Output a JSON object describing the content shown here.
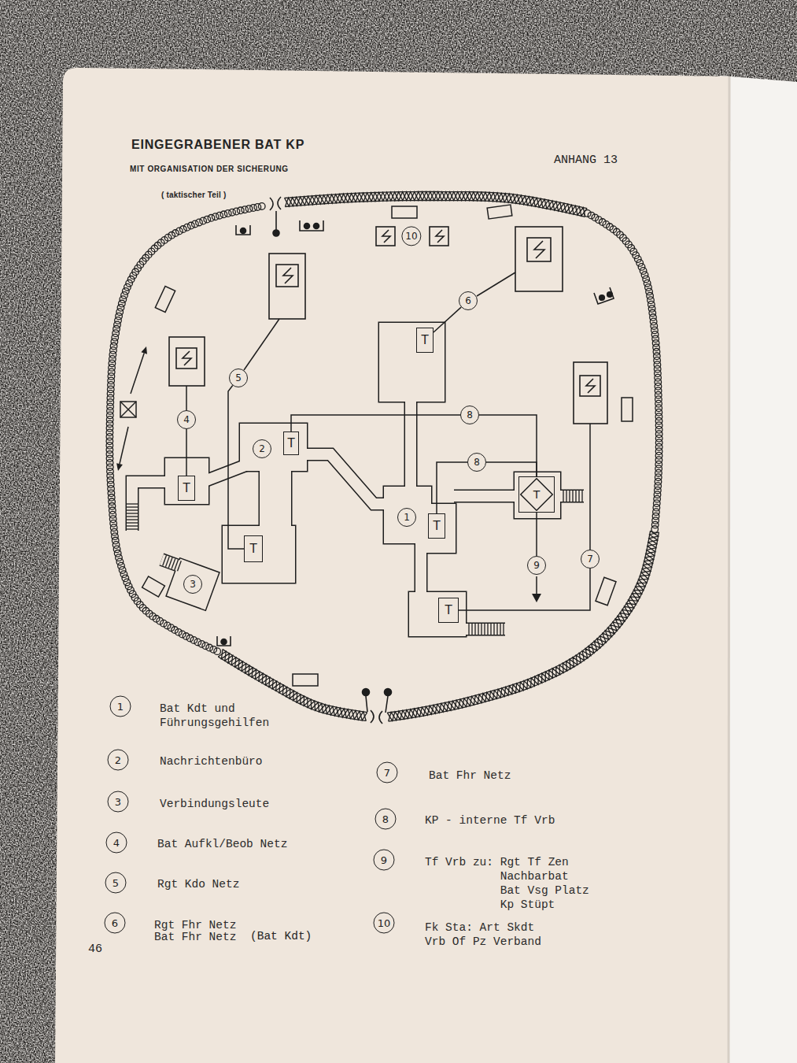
{
  "diagram": {
    "title": "EINGEGRABENER BAT KP",
    "nodes": [
      {
        "text": [
          "10"
        ]
      },
      {
        "text": [
          "6"
        ]
      },
      {
        "text": [
          "T"
        ]
      },
      {
        "text": [
          "5"
        ]
      },
      {
        "text": [
          "4"
        ]
      },
      {
        "text": [
          "8"
        ]
      },
      {
        "text": [
          "T"
        ]
      },
      {
        "text": [
          "2"
        ]
      },
      {
        "text": [
          "T"
        ]
      },
      {
        "text": [
          "8"
        ]
      },
      {
        "text": [
          "T"
        ]
      },
      {
        "text": [
          "1"
        ]
      },
      {
        "text": [
          "T"
        ]
      },
      {
        "text": [
          "T"
        ]
      },
      {
        "text": [
          "7"
        ]
      },
      {
        "text": [
          "3"
        ]
      },
      {
        "text": [
          "9"
        ]
      },
      {
        "text": [
          "T"
        ]
      },
      {
        "text": [
          "1"
        ]
      },
      {
        "text": [
          "2"
        ]
      },
      {
        "text": [
          "3"
        ]
      },
      {
        "text": [
          "4"
        ]
      },
      {
        "text": [
          "5"
        ]
      },
      {
        "text": [
          "6"
        ]
      },
      {
        "text": [
          "7"
        ]
      },
      {
        "text": [
          "8"
        ]
      },
      {
        "text": [
          "9"
        ]
      },
      {
        "text": [
          "10"
        ]
      }
    ],
    "edges": [
      {
        "from": 2,
        "to": 1,
        "arrow": "none"
      },
      {
        "from": 6,
        "to": 4,
        "arrow": "none"
      },
      {
        "from": 13,
        "to": 3,
        "arrow": "none"
      },
      {
        "from": 8,
        "to": 5,
        "arrow": "none"
      },
      {
        "from": 5,
        "to": 10,
        "arrow": "none"
      },
      {
        "from": 12,
        "to": 9,
        "arrow": "none"
      },
      {
        "from": 9,
        "to": 10,
        "arrow": "none"
      },
      {
        "from": 10,
        "to": 16,
        "arrow": "none"
      },
      {
        "from": 17,
        "to": 14,
        "arrow": "none"
      }
    ],
    "labels": [
      "MIT ORGANISATION DER SICHERUNG",
      "( taktischer Teil )",
      "ANHANG 13",
      "(Bat Kdt)",
      "46"
    ],
    "legend": [
      {
        "text": "Bat Kdt und Führungsgehilfen"
      },
      {
        "text": "Nachrichtenbüro"
      },
      {
        "text": "Verbindungsleute"
      },
      {
        "text": "Bat Aufkl/Beob Netz"
      },
      {
        "text": "Rgt Kdo Netz"
      },
      {
        "text": "Rgt Fhr Netz Bat Fhr Netz"
      },
      {
        "text": "Bat Fhr Netz"
      },
      {
        "text": "KP - interne Tf Vrb"
      },
      {
        "text": "Tf Vrb zu: Rgt Tf Zen Nachbarbat Bat Vsg Platz Kp Stüpt"
      },
      {
        "text": "Fk Sta: Art Skdt Vrb Of Pz Verband"
      }
    ]
  }
}
